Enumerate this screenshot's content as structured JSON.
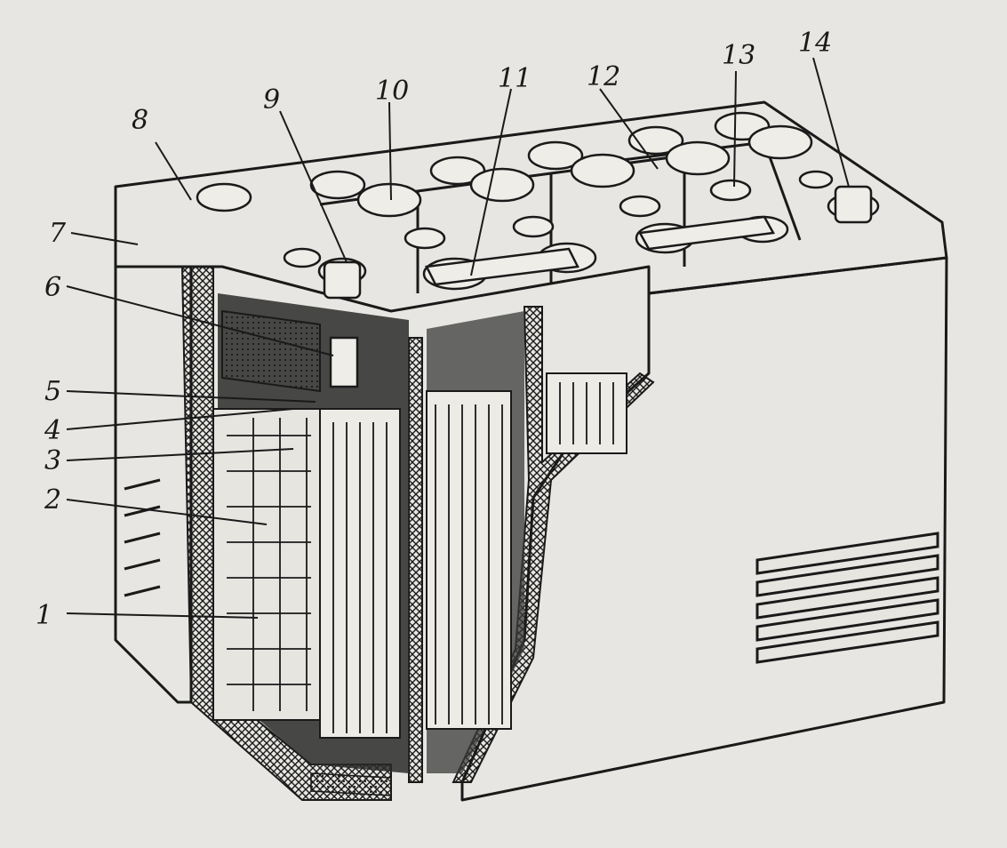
{
  "figure": {
    "subject": "battery-cutaway",
    "callouts": [
      {
        "id": "c1",
        "label": "1"
      },
      {
        "id": "c2",
        "label": "2"
      },
      {
        "id": "c3",
        "label": "3"
      },
      {
        "id": "c4",
        "label": "4"
      },
      {
        "id": "c5",
        "label": "5"
      },
      {
        "id": "c6",
        "label": "6"
      },
      {
        "id": "c7",
        "label": "7"
      },
      {
        "id": "c8",
        "label": "8"
      },
      {
        "id": "c9",
        "label": "9"
      },
      {
        "id": "c10",
        "label": "10"
      },
      {
        "id": "c11",
        "label": "11"
      },
      {
        "id": "c12",
        "label": "12"
      },
      {
        "id": "c13",
        "label": "13"
      },
      {
        "id": "c14",
        "label": "14"
      }
    ]
  },
  "colors": {
    "paper": "#e7e6e2",
    "ink": "#1a1a1a",
    "case_fill": "#dcdbd6",
    "dark_fill": "#2a2a2a"
  }
}
